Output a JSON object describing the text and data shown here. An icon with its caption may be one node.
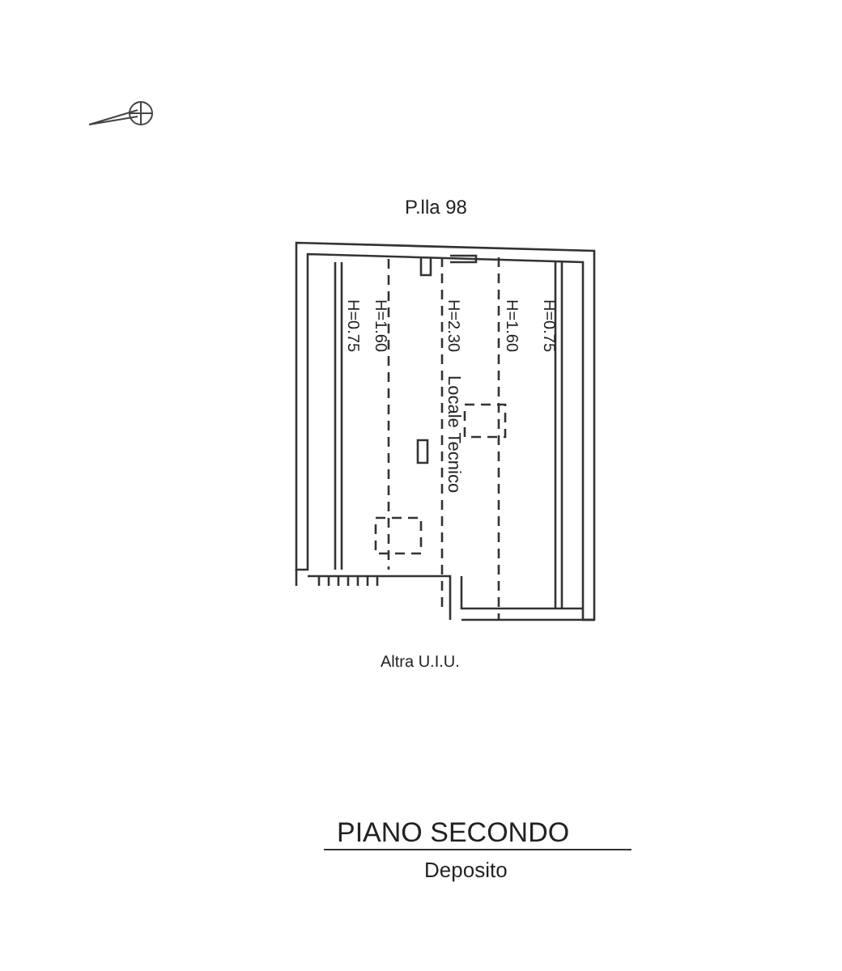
{
  "diagram": {
    "title": "PIANO SECONDO",
    "caption": "Deposito",
    "labels": [
      "P.lla 98",
      "H=0.75",
      "H=1.60",
      "H=2.30",
      "Locale Tecnico",
      "H=1.60",
      "H=0.75",
      "Altra U.I.U."
    ]
  }
}
